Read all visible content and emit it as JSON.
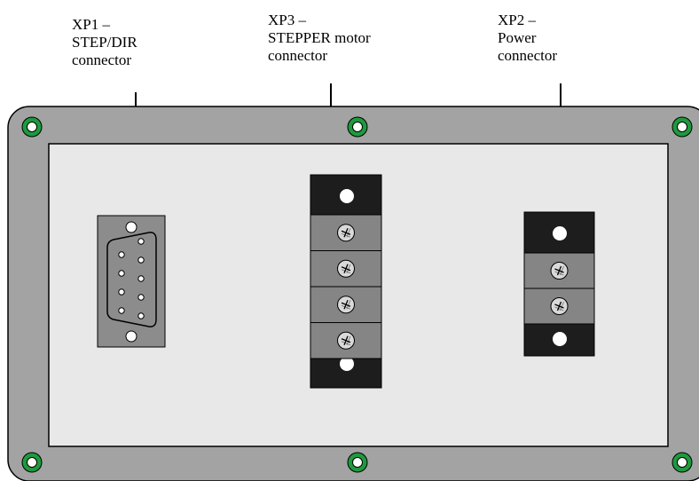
{
  "labels": {
    "xp1": [
      "XP1 –",
      "STEP/DIR",
      "connector"
    ],
    "xp3": [
      "XP3 –",
      "STEPPER motor",
      "connector"
    ],
    "xp2": [
      "XP2 –",
      "Power",
      "connector"
    ]
  },
  "connectors": {
    "xp1_pin_rows": [
      5,
      4
    ],
    "xp3_screw_terminals": 4,
    "xp2_screw_terminals": 2
  },
  "colors": {
    "panel_outer": "#a3a3a3",
    "panel_inner": "#e8e8e8",
    "mount_ring": "#1e9a3e",
    "terminal_block": "#1d1d1d",
    "terminal_cell": "#858585",
    "db9_shell": "#8c8c8c"
  }
}
